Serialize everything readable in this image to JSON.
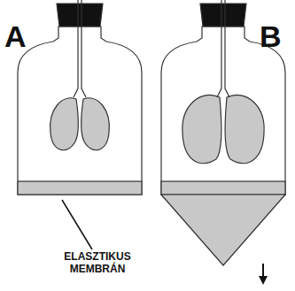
{
  "diagram": {
    "labels": [
      "A",
      "B",
      "ELASZTIKUS MEMBRÁN"
    ]
  }
}
